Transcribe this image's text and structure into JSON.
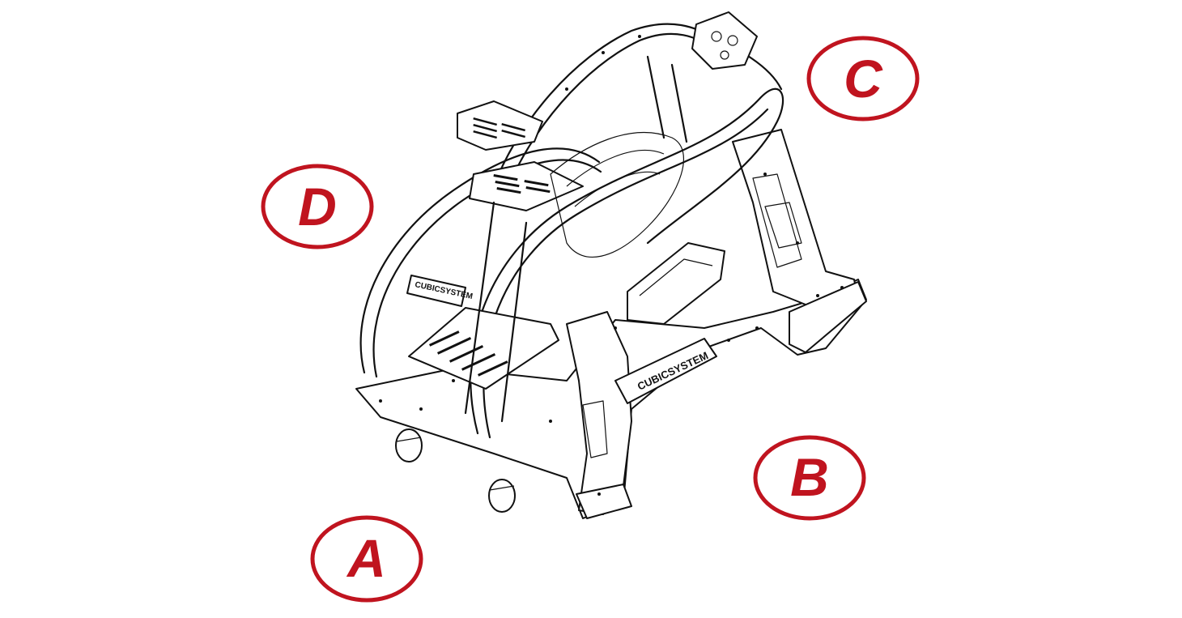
{
  "diagram": {
    "brand_text": "CUBICSYSTEM",
    "labels": [
      {
        "id": "A",
        "text": "A"
      },
      {
        "id": "B",
        "text": "B"
      },
      {
        "id": "C",
        "text": "C"
      },
      {
        "id": "D",
        "text": "D"
      }
    ],
    "colors": {
      "label": "#c0141f",
      "line": "#111111",
      "background": "#ffffff"
    }
  }
}
